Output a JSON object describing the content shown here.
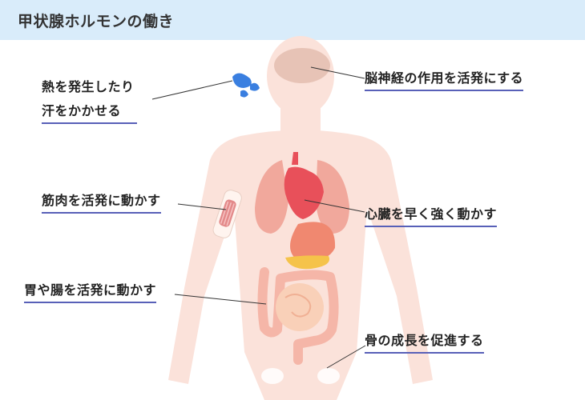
{
  "title": "甲状腺ホルモンの働き",
  "labels": {
    "heat_line1": "熱を発生したり",
    "heat_line2": "汗をかかせる",
    "nerve": "脳神経の作用を活発にする",
    "muscle": "筋肉を活発に動かす",
    "heart": "心臓を早く強く動かす",
    "gut": "胃や腸を活発に動かす",
    "bone": "骨の成長を促進する"
  },
  "colors": {
    "header_bg": "#d9ecfa",
    "body_skin": "#fbe2da",
    "underline": "#5860b8",
    "heart": "#e8505a",
    "drops": "#3a7fe0"
  }
}
